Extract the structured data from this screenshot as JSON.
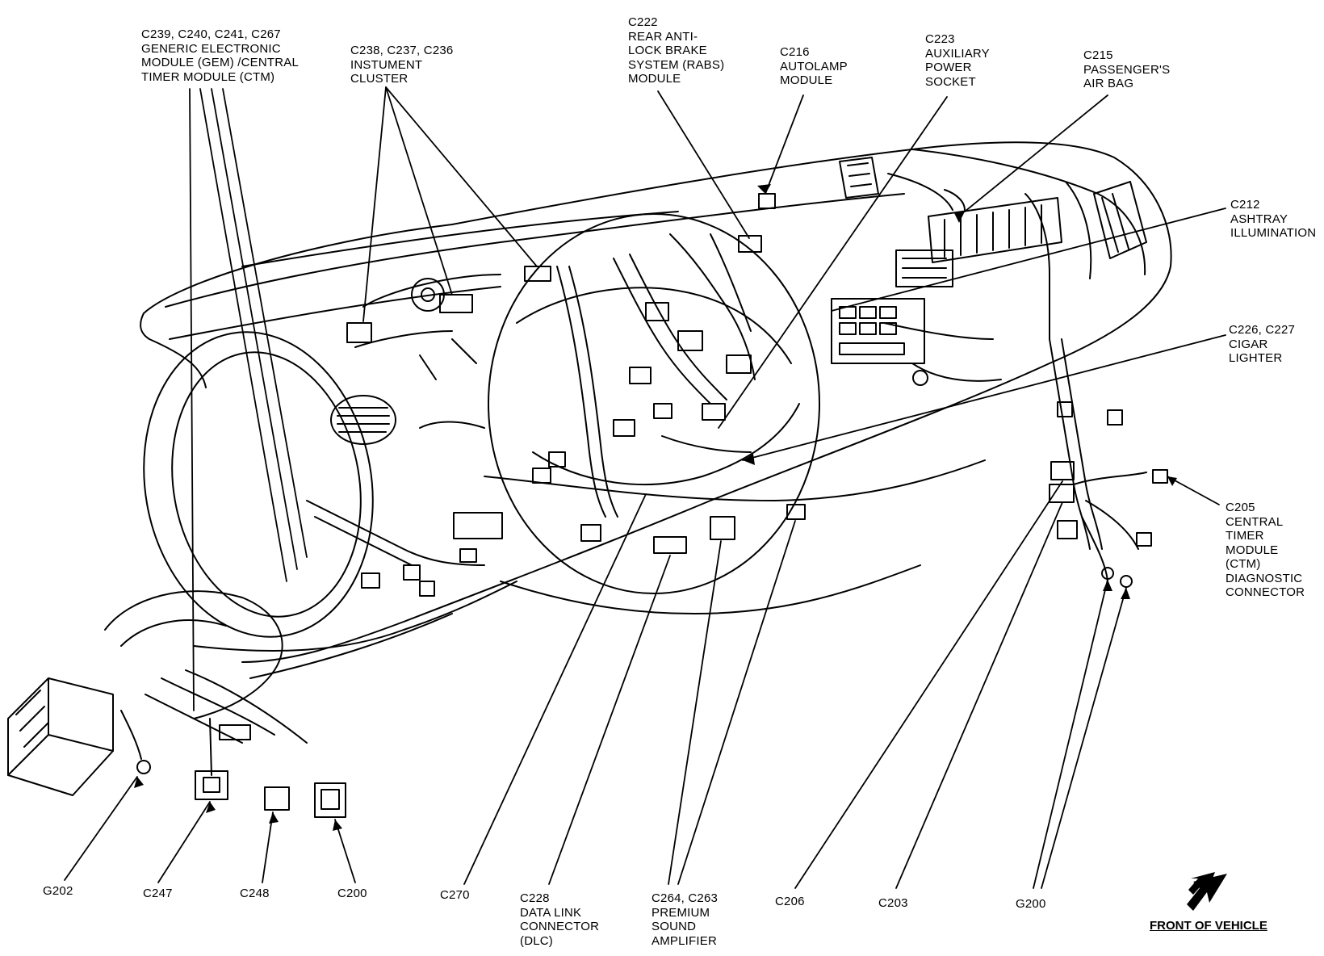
{
  "labels": {
    "gem_ctm": [
      "C239, C240, C241, C267",
      "GENERIC ELECTRONIC",
      "MODULE (GEM) /CENTRAL",
      "TIMER MODULE (CTM)"
    ],
    "cluster": [
      "C238, C237, C236",
      "INSTUMENT",
      "CLUSTER"
    ],
    "rabs": [
      "C222",
      "REAR ANTI-",
      "LOCK BRAKE",
      "SYSTEM (RABS)",
      "MODULE"
    ],
    "autolamp": [
      "C216",
      "AUTOLAMP",
      "MODULE"
    ],
    "aux_power": [
      "C223",
      "AUXILIARY",
      "POWER",
      "SOCKET"
    ],
    "air_bag": [
      "C215",
      "PASSENGER'S",
      "AIR BAG"
    ],
    "ashtray": [
      "C212",
      "ASHTRAY",
      "ILLUMINATION"
    ],
    "cigar": [
      "C226, C227",
      "CIGAR",
      "LIGHTER"
    ],
    "ctm_diag": [
      "C205",
      "CENTRAL",
      "TIMER",
      "MODULE",
      "(CTM)",
      "DIAGNOSTIC",
      "CONNECTOR"
    ],
    "g202": [
      "G202"
    ],
    "c247": [
      "C247"
    ],
    "c248": [
      "C248"
    ],
    "c200": [
      "C200"
    ],
    "c270": [
      "C270"
    ],
    "dlc": [
      "C228",
      "DATA LINK",
      "CONNECTOR",
      "(DLC)"
    ],
    "amp": [
      "C264, C263",
      "PREMIUM",
      "SOUND",
      "AMPLIFIER"
    ],
    "c206": [
      "C206"
    ],
    "c203": [
      "C203"
    ],
    "g200": [
      "G200"
    ]
  },
  "front_of_vehicle": "FRONT OF VEHICLE",
  "icons": {
    "direction_arrow": "front-arrow-icon"
  }
}
